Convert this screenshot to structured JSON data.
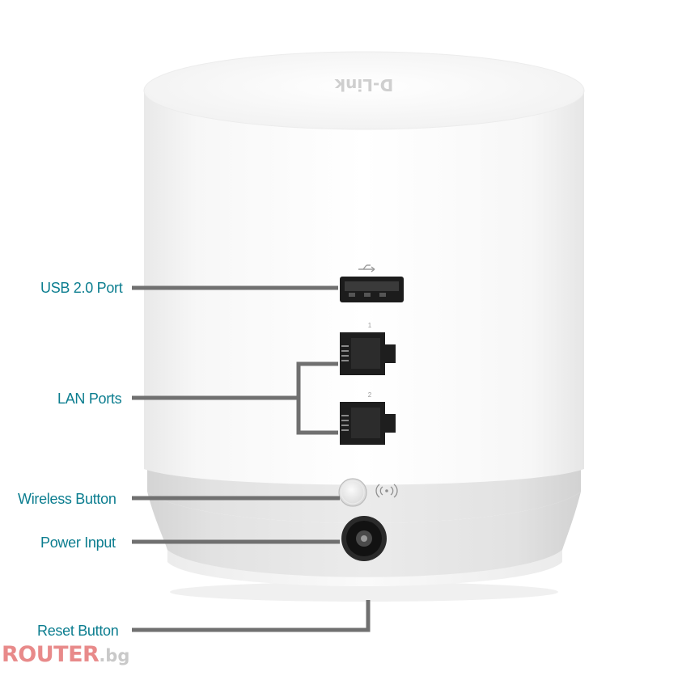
{
  "callouts": {
    "usb": "USB 2.0 Port",
    "lan": "LAN Ports",
    "wireless": "Wireless Button",
    "power": "Power Input",
    "reset": "Reset Button"
  },
  "device": {
    "logo_text": "D-Link",
    "port_labels": [
      "1",
      "2"
    ]
  },
  "watermark": {
    "main": "ROUTER",
    "sub": ".bg"
  },
  "colors": {
    "callout_text": "#0b7d8f",
    "leader_line": "#707070",
    "body": "#fcfcfc",
    "base_ring": "#e4e4e4",
    "watermark_main": "#e88a8a",
    "watermark_sub": "#c9c9c9"
  },
  "icons": [
    "usb-symbol-icon",
    "wireless-symbol-icon"
  ]
}
